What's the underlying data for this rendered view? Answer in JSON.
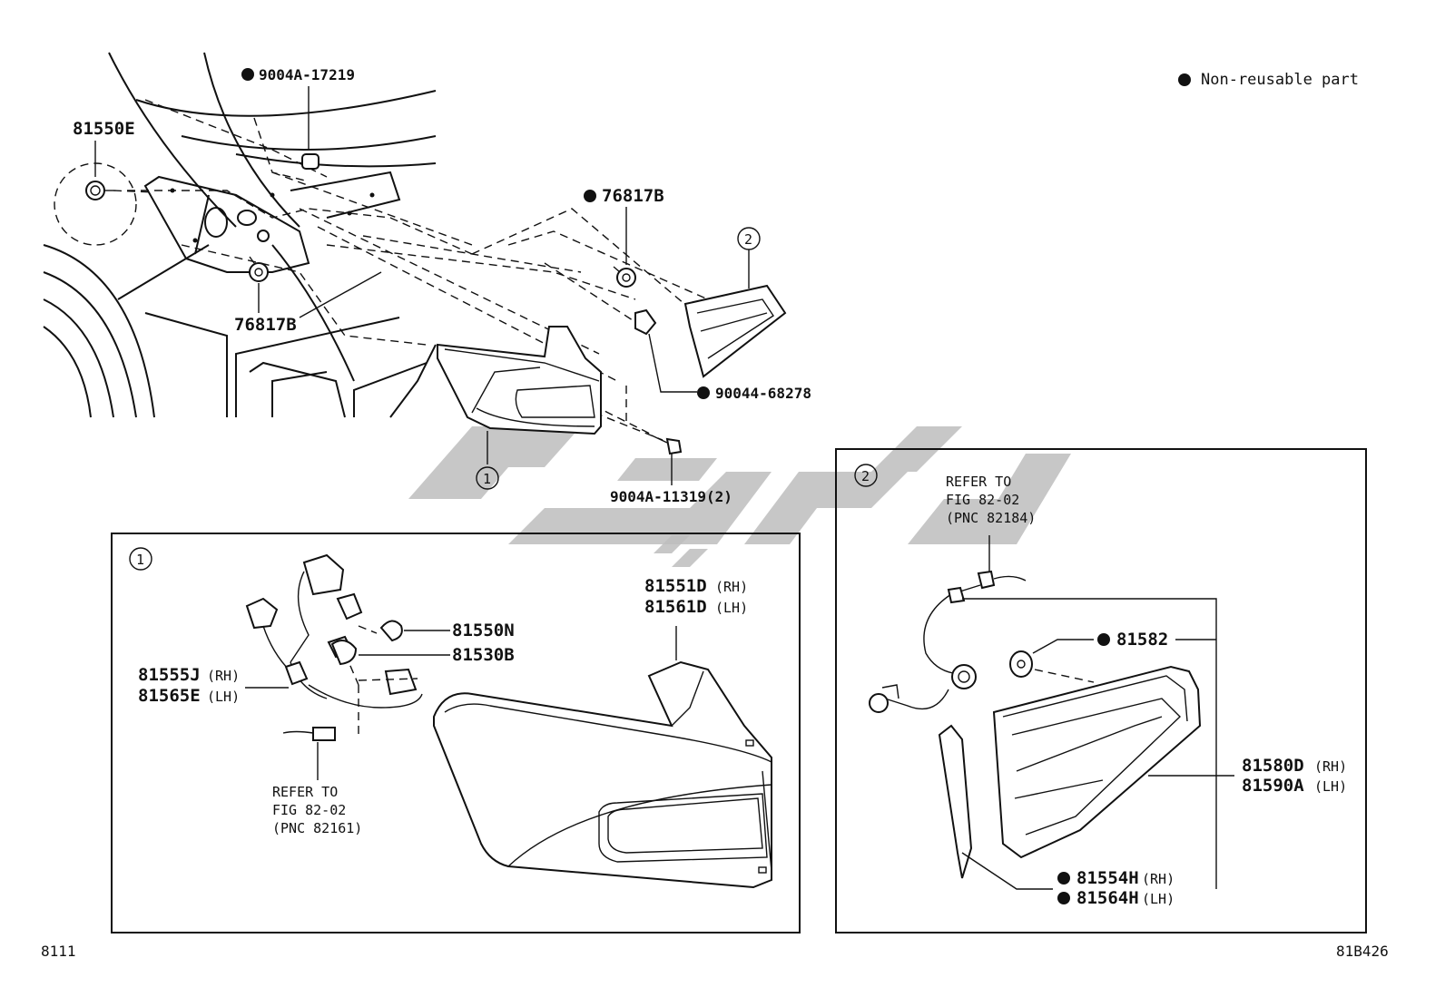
{
  "legend": {
    "text": "Non-reusable part"
  },
  "footer": {
    "left_code": "8111",
    "right_code": "81B426"
  },
  "callouts": {
    "one": "1",
    "two": "2"
  },
  "parts": {
    "p_9004A_17219": "9004A-17219",
    "p_81550E": "81550E",
    "p_76817B_top": "76817B",
    "p_76817B_bottom": "76817B",
    "p_90044_68278": "90044-68278",
    "p_9004A_11319": "9004A-11319(2)",
    "p_81550N": "81550N",
    "p_81530B": "81530B",
    "p_81555J": "81555J",
    "p_81555J_side": "(RH)",
    "p_81565E": "81565E",
    "p_81565E_side": "(LH)",
    "p_81551D": "81551D",
    "p_81551D_side": "(RH)",
    "p_81561D": "81561D",
    "p_81561D_side": "(LH)",
    "p_81582": "81582",
    "p_81580D": "81580D",
    "p_81580D_side": "(RH)",
    "p_81590A": "81590A",
    "p_81590A_side": "(LH)",
    "p_81554H": "81554H",
    "p_81554H_side": "(RH)",
    "p_81564H": "81564H",
    "p_81564H_side": "(LH)"
  },
  "references": {
    "ref1": {
      "line1": "REFER TO",
      "line2": "FIG 82-02",
      "line3": "(PNC 82161)"
    },
    "ref2": {
      "line1": "REFER TO",
      "line2": "FIG 82-02",
      "line3": "(PNC 82184)"
    }
  }
}
